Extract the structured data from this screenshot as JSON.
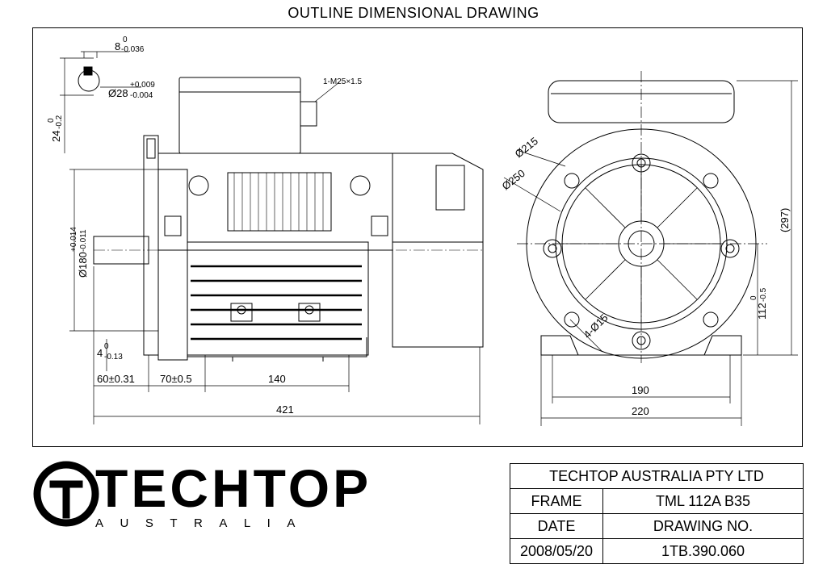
{
  "title": "OUTLINE DIMENSIONAL DRAWING",
  "dims": {
    "key_width": "8",
    "key_width_tol_up": "0",
    "key_width_tol_low": "-0.036",
    "shaft_dia": "Ø28",
    "shaft_dia_tol_up": "+0.009",
    "shaft_dia_tol_low": "-0.004",
    "key_height": "24",
    "key_height_tol_up": "0",
    "key_height_tol_low": "-0.2",
    "cable_gland": "1-M25×1.5",
    "spigot_dia": "Ø180",
    "spigot_tol_up": "+0.014",
    "spigot_tol_low": "-0.011",
    "spigot_depth": "4",
    "spigot_depth_tol_up": "0",
    "spigot_depth_tol_low": "-0.13",
    "shaft_len": "60±0.31",
    "shaft_shoulder": "70±0.5",
    "foot_spacing": "140",
    "overall_len": "421",
    "pcd": "Ø215",
    "flange_dia": "Ø250",
    "overall_height": "(297)",
    "shaft_height": "112",
    "shaft_height_tol_up": "0",
    "shaft_height_tol_low": "-0.5",
    "flange_holes": "4-Ø15",
    "foot_width": "190",
    "base_width": "220"
  },
  "logo": {
    "name": "TECHTOP",
    "sub": "AUSTRALIA"
  },
  "title_block": {
    "company": "TECHTOP AUSTRALIA PTY LTD",
    "frame_label": "FRAME",
    "frame_value": "TML 112A B35",
    "date_label": "DATE",
    "drawing_label": "DRAWING NO.",
    "date_value": "2008/05/20",
    "drawing_value": "1TB.390.060"
  }
}
